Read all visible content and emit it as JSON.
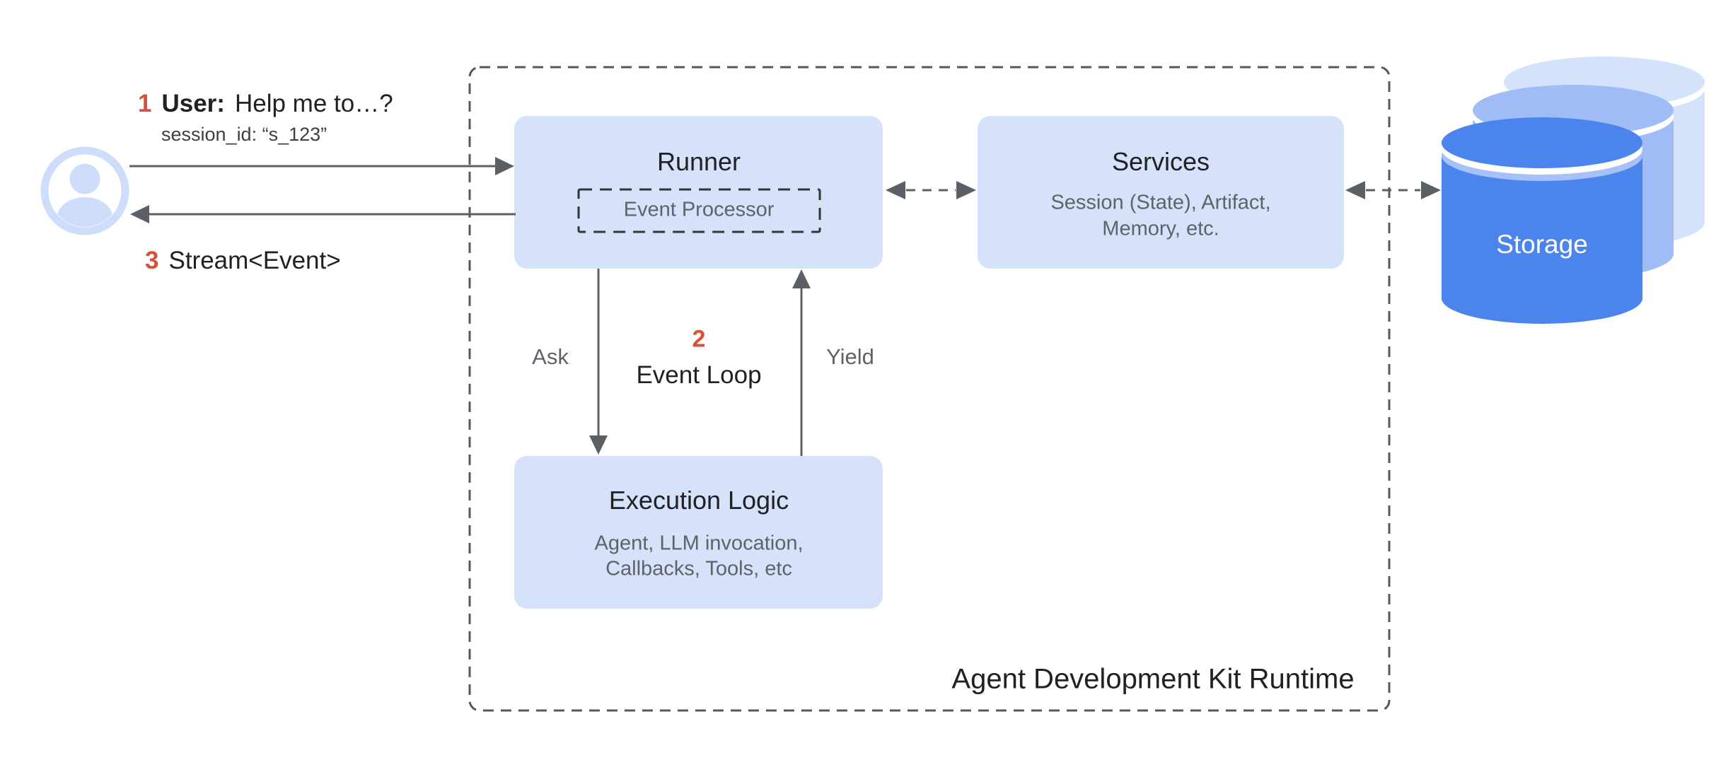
{
  "annotations": {
    "request": {
      "number": "1",
      "speaker": "User:",
      "message": "Help me to…?",
      "session_id": "session_id: “s_123”"
    },
    "response": {
      "number": "3",
      "message": "Stream<Event>"
    },
    "event_loop": {
      "number": "2",
      "label": "Event Loop",
      "ask_label": "Ask",
      "yield_label": "Yield"
    }
  },
  "boxes": {
    "runner": {
      "title": "Runner",
      "event_processor_label": "Event Processor"
    },
    "services": {
      "title": "Services",
      "subtitle_line1": "Session (State), Artifact,",
      "subtitle_line2": "Memory, etc."
    },
    "execution_logic": {
      "title": "Execution Logic",
      "subtitle_line1": "Agent, LLM invocation,",
      "subtitle_line2": "Callbacks, Tools, etc"
    }
  },
  "runtime_container": {
    "label": "Agent Development Kit Runtime"
  },
  "storage": {
    "label": "Storage"
  },
  "colors": {
    "accent_red": "#D94F38",
    "box_fill": "#D6E2F9",
    "icon_blue": "#CEDDF9",
    "line_gray": "#5B5F66",
    "text_dark": "#202124",
    "text_gray": "#5F6368",
    "storage_front": "#4C84EE",
    "storage_middle": "#9FBCF7",
    "storage_back": "#D4E2FB",
    "storage_rim": "#A6C1F8"
  }
}
